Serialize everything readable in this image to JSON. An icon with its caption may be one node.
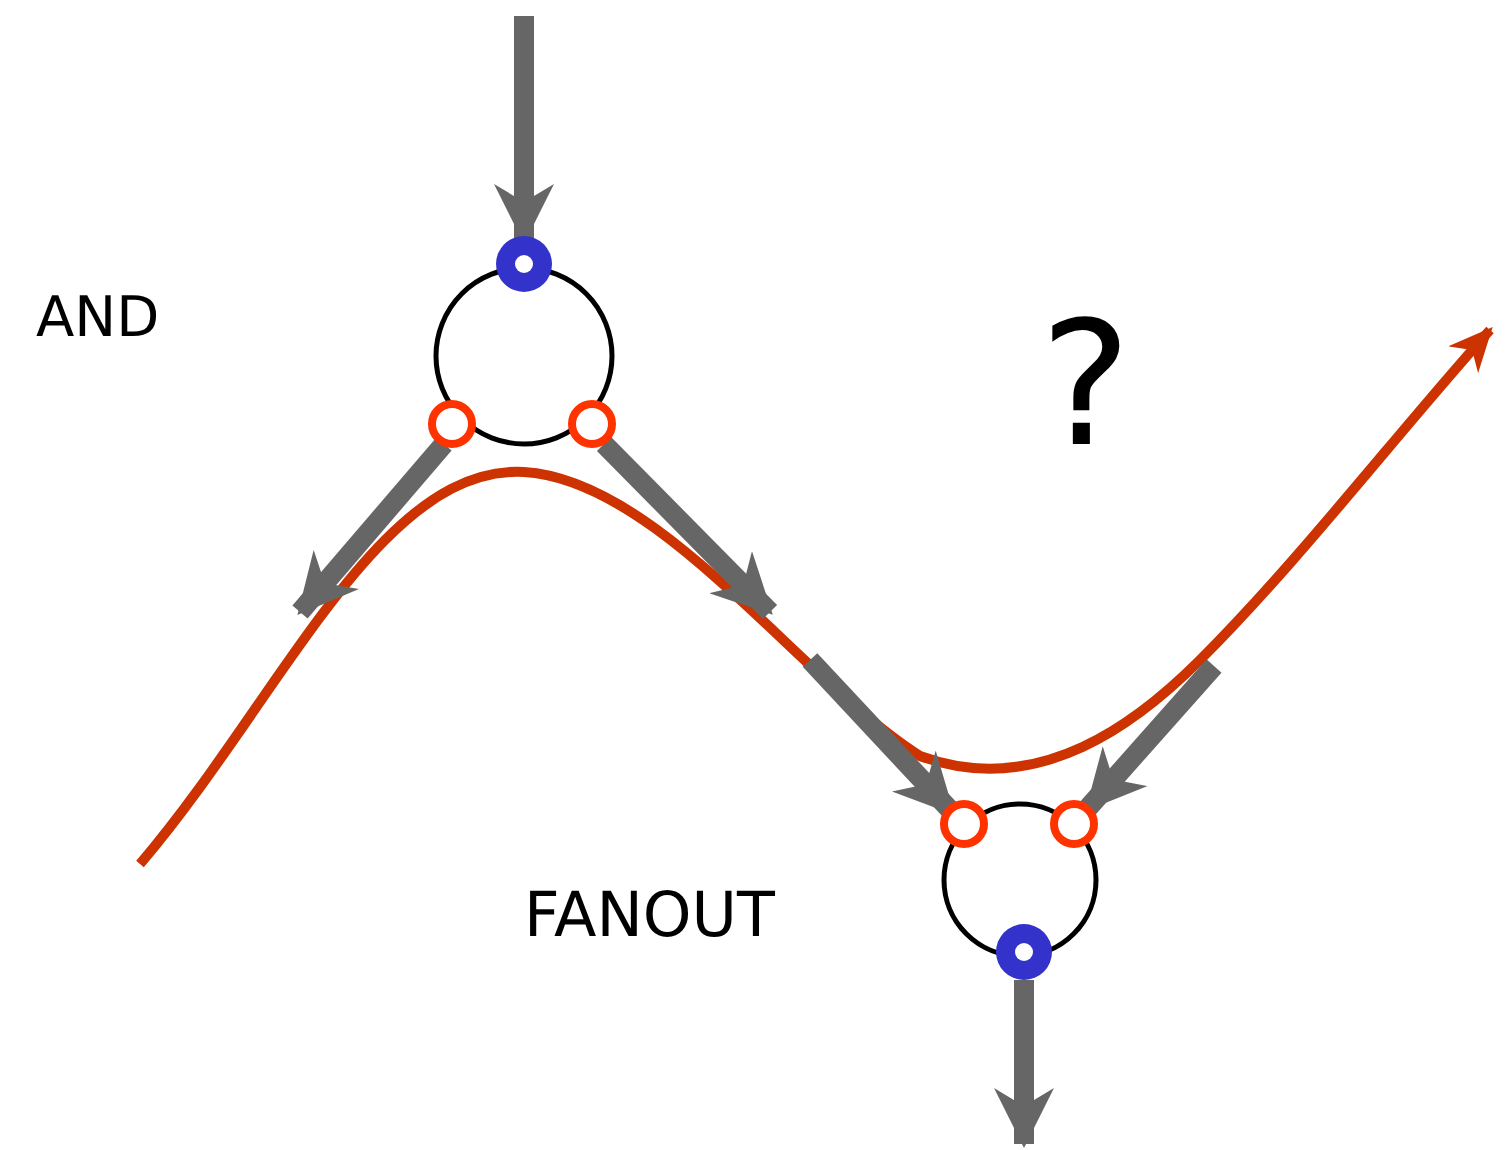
{
  "diagram": {
    "nodes": [
      {
        "text": [],
        "shape": "circle"
      },
      {
        "text": [],
        "shape": "circle"
      }
    ],
    "edges": [
      {
        "from": null,
        "to": 0,
        "arrow": "to"
      },
      {
        "from": 0,
        "to": null,
        "arrow": "to"
      },
      {
        "from": 0,
        "to": null,
        "arrow": "to"
      },
      {
        "from": null,
        "to": 1,
        "arrow": "to"
      },
      {
        "from": null,
        "to": 1,
        "arrow": "to"
      },
      {
        "from": 1,
        "to": null,
        "arrow": "to"
      }
    ],
    "labels": [
      "AND",
      "?",
      "FANOUT"
    ]
  }
}
